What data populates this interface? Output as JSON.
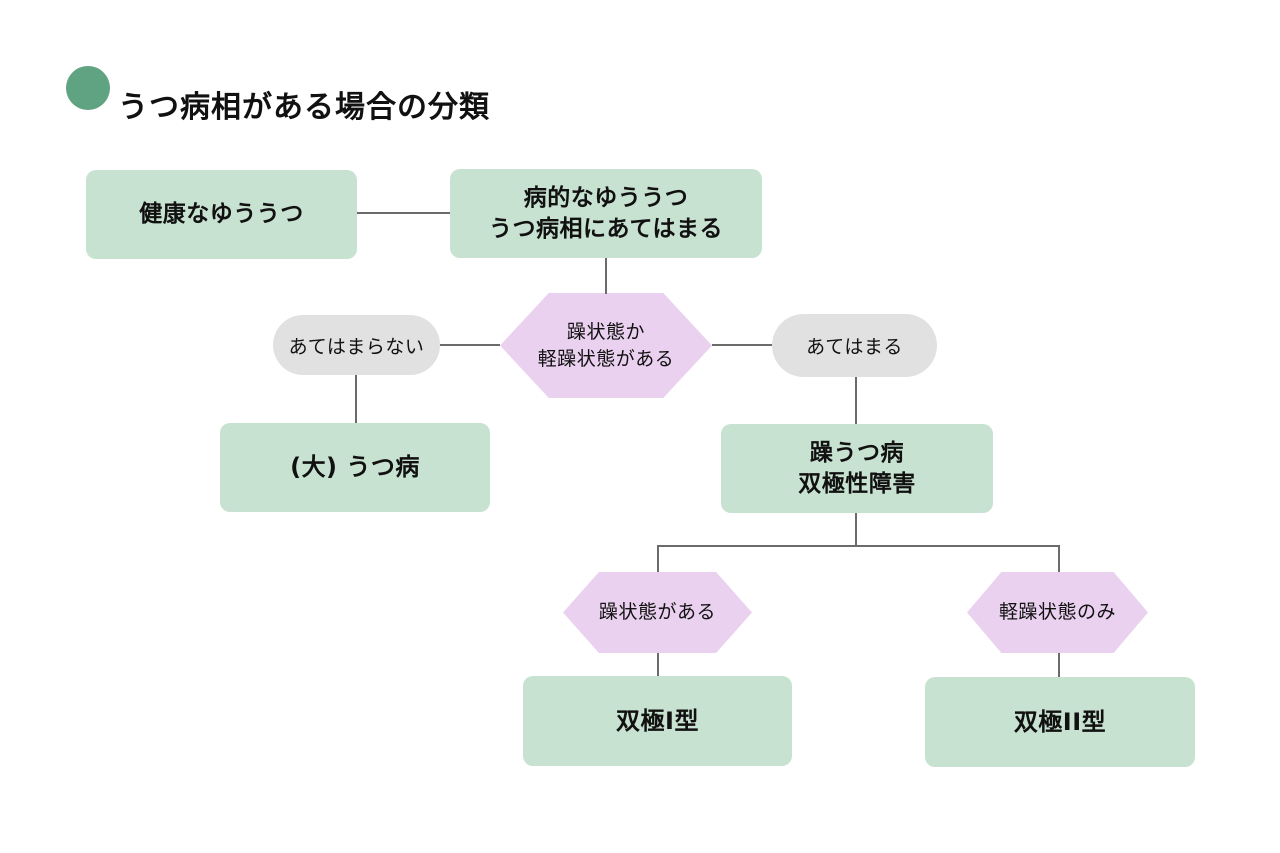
{
  "title": {
    "text": "うつ病相がある場合の分類"
  },
  "colors": {
    "background": "#ffffff",
    "box_green": "#c8e2d1",
    "hexagon_purple": "#ebd1f0",
    "pill_gray": "#e1e1e1",
    "accent_dot_green": "#5fa383",
    "connector_line": "#6b6b6b",
    "text": "#111111"
  },
  "nodes": {
    "healthy": {
      "label": "健康なゆううつ"
    },
    "pathological": {
      "line1": "病的なゆううつ",
      "line2": "うつ病相にあてはまる"
    },
    "decision_main": {
      "line1": "躁状態か",
      "line2": "軽躁状態がある"
    },
    "not_applicable": {
      "label": "あてはまらない"
    },
    "applicable": {
      "label": "あてはまる"
    },
    "major_depression": {
      "label": "(大) うつ病"
    },
    "bipolar_disorder": {
      "line1": "躁うつ病",
      "line2": "双極性障害"
    },
    "manic_state": {
      "label": "躁状態がある"
    },
    "hypomanic_only": {
      "label": "軽躁状態のみ"
    },
    "bipolar_type1": {
      "label": "双極I型"
    },
    "bipolar_type2": {
      "label": "双極II型"
    }
  }
}
